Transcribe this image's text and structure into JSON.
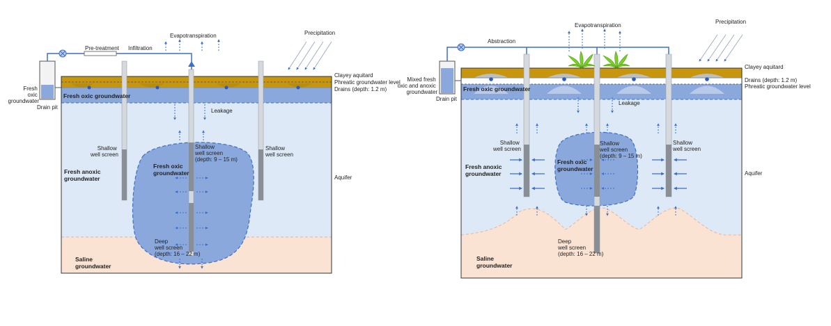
{
  "left": {
    "evapotranspiration": "Evapotranspiration",
    "precipitation": "Precipitation",
    "pretreatment": "Pre-treatment",
    "infiltration": "Infiltration",
    "fresh_oxic_gw_side": [
      "Fresh",
      "oxic",
      "groundwater"
    ],
    "drain_pit": "Drain pit",
    "fresh_oxic_groundwater": "Fresh oxic groundwater",
    "clayey_aquitard": "Clayey aquitard",
    "phreatic_level": "Phreatic groundwater level",
    "drains": "Drains (depth: 1.2 m)",
    "leakage": "Leakage",
    "shallow_left": [
      "Shallow",
      "well screen"
    ],
    "shallow_center": [
      "Shallow",
      "well screen",
      "(depth: 9 – 15 m)"
    ],
    "shallow_right": [
      "Shallow",
      "well screen"
    ],
    "fresh_anoxic": [
      "Fresh anoxic",
      "groundwater"
    ],
    "fresh_oxic_bubble": [
      "Fresh oxic",
      "groundwater"
    ],
    "aquifer": "Aquifer",
    "deep": [
      "Deep",
      "well screen",
      "(depth: 16 – 22 m)"
    ],
    "saline": [
      "Saline",
      "groundwater"
    ]
  },
  "right": {
    "evapotranspiration": "Evapotranspiration",
    "precipitation": "Precipitation",
    "abstraction": "Abstraction",
    "mixed_gw_side": [
      "Mixed fresh",
      "oxic and anoxic",
      "groundwater"
    ],
    "drain_pit": "Drain pit",
    "fresh_oxic_groundwater": "Fresh oxic groundwater",
    "clayey_aquitard": "Clayey aquitard",
    "drains": "Drains (depth: 1.2 m)",
    "phreatic_level": "Phreatic groundwater level",
    "leakage": "Leakage",
    "shallow_left": [
      "Shallow",
      "well screen"
    ],
    "shallow_center": [
      "Shallow",
      "well screen",
      "(depth: 9 – 15 m)"
    ],
    "shallow_right": [
      "Shallow",
      "well screen"
    ],
    "fresh_anoxic": [
      "Fresh anoxic",
      "groundwater"
    ],
    "fresh_oxic_bubble": [
      "Fresh oxic",
      "groundwater"
    ],
    "aquifer": "Aquifer",
    "deep": [
      "Deep",
      "well screen",
      "(depth: 16 – 22 m)"
    ],
    "saline": [
      "Saline",
      "groundwater"
    ]
  },
  "colors": {
    "clay": "#c8960c",
    "fresh_oxic": "#8aa8dc",
    "anoxic": "#dde9f6",
    "saline": "#fbe3d3",
    "arrow": "#3d6fc9",
    "pipe": "#3d6fc9",
    "well_casing": "#d5d9de",
    "well_screen": "#8a8f96",
    "vegetation": "#7ccf2a"
  }
}
